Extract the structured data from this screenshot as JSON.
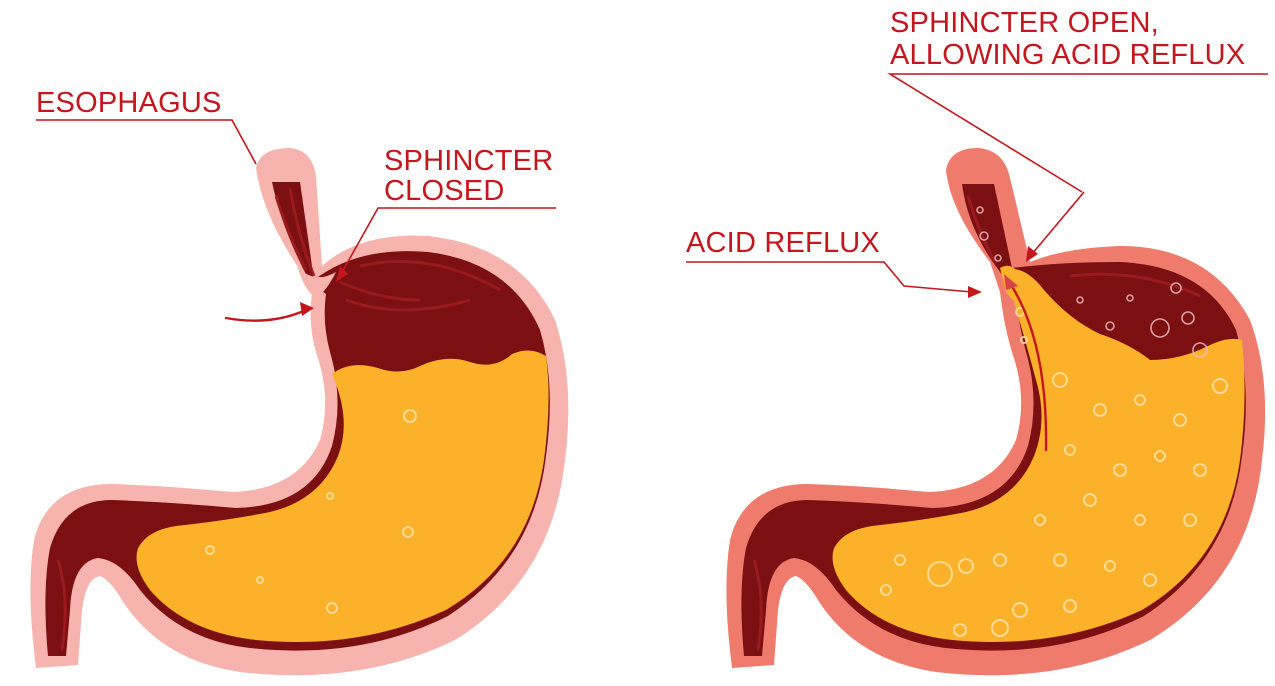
{
  "labels": {
    "esophagus": "ESOPHAGUS",
    "sphincter_closed_line1": "SPHINCTER",
    "sphincter_closed_line2": "CLOSED",
    "acid_reflux": "ACID REFLUX",
    "sphincter_open_line1": "SPHINCTER OPEN,",
    "sphincter_open_line2": "ALLOWING ACID REFLUX"
  },
  "colors": {
    "label_red": "#c4161c",
    "normal_wall": "#f7b3ad",
    "reflux_wall": "#ee7b6c",
    "muscle_dark": "#7b0f12",
    "acid_yellow": "#fbb12a",
    "bubble": "#fde3a8"
  }
}
